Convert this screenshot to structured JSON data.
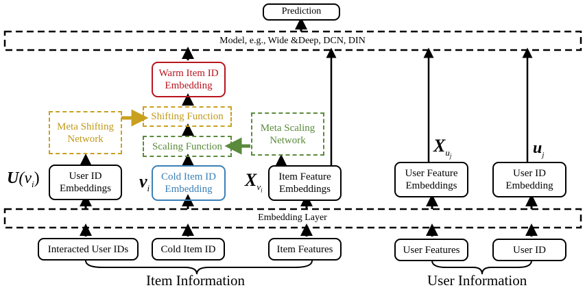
{
  "prediction": "Prediction",
  "model_layer": "Model, e.g., Wide &Deep, DCN, DIN",
  "embedding_layer": "Embedding Layer",
  "warm_item": {
    "line1": "Warm Item ID",
    "line2": "Embedding"
  },
  "shifting_function": "Shifting Function",
  "scaling_function": "Scaling Function",
  "meta_shifting": {
    "line1": "Meta Shifting",
    "line2": "Network"
  },
  "meta_scaling": {
    "line1": "Meta Scaling",
    "line2": "Network"
  },
  "user_id_embeddings": {
    "line1": "User ID",
    "line2": "Embeddings"
  },
  "cold_item": {
    "line1": "Cold Item ID",
    "line2": "Embedding"
  },
  "item_feature_embeddings": {
    "line1": "Item Feature",
    "line2": "Embeddings"
  },
  "user_feature_embeddings": {
    "line1": "User Feature",
    "line2": "Embeddings"
  },
  "user_id_embedding": {
    "line1": "User ID",
    "line2": "Embedding"
  },
  "inputs": {
    "interacted_user_ids": "Interacted User IDs",
    "cold_item_id": "Cold Item ID",
    "item_features": "Item Features",
    "user_features": "User Features",
    "user_id": "User ID"
  },
  "groups": {
    "item": "Item Information",
    "user": "User Information"
  },
  "math": {
    "U": "U",
    "U_arg": "(v",
    "U_sub": "i",
    "U_close": ")",
    "v": "v",
    "v_sub": "i",
    "X": "X",
    "Xv_sub": "v",
    "Xv_subsub": "i",
    "Xu_sub": "u",
    "Xu_subsub": "j",
    "u": "u",
    "u_sub": "j"
  },
  "colors": {
    "warm": "#b8141e",
    "cold": "#3a7fb5",
    "shift": "#c8a01e",
    "scale": "#5a8a3c"
  }
}
